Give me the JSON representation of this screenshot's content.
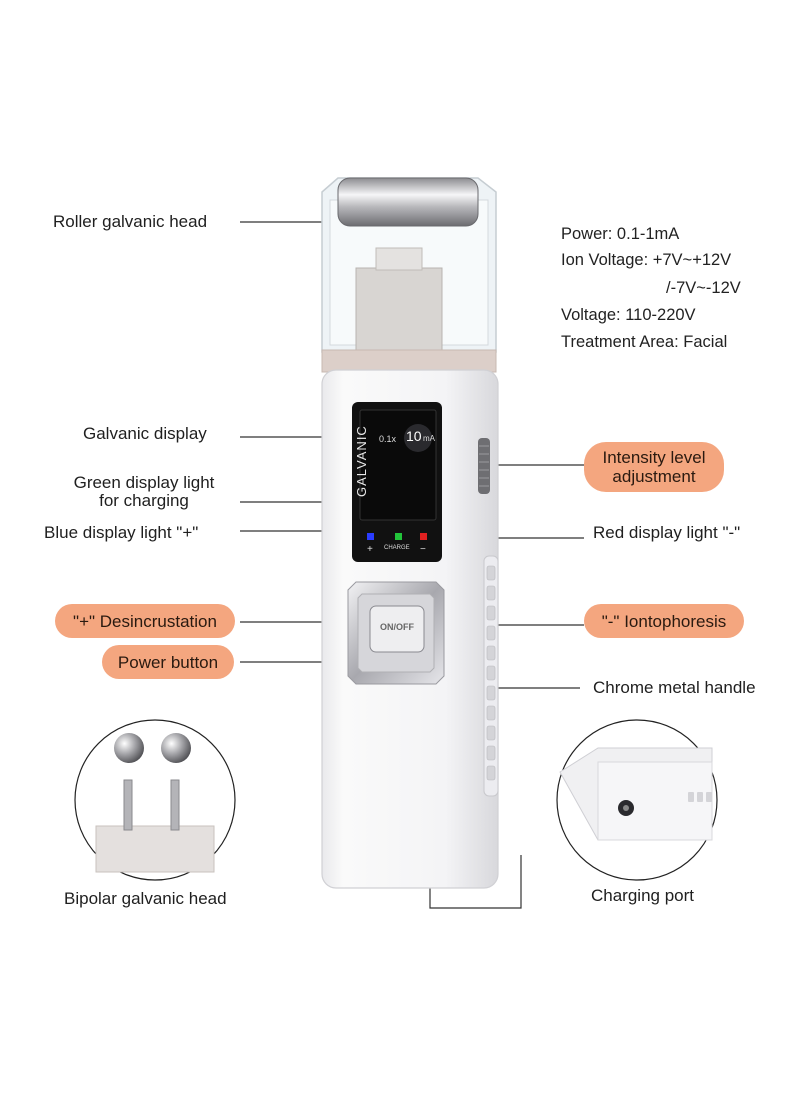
{
  "callouts": {
    "roller_head": "Roller galvanic head",
    "galvanic_display": "Galvanic display",
    "green_light_line1": "Green display light",
    "green_light_line2": "for charging",
    "blue_light": "Blue display light \"+\"",
    "desincrustation": "\"+\" Desincrustation",
    "power_button": "Power button",
    "intensity_line1": "Intensity level",
    "intensity_line2": "adjustment",
    "red_light": "Red display light \"-\"",
    "iontophoresis": "\"-\" Iontophoresis",
    "chrome_handle": "Chrome metal handle",
    "bipolar_head": "Bipolar galvanic head",
    "charging_port": "Charging port"
  },
  "specs": {
    "power": "Power: 0.1-1mA",
    "ion_voltage": "Ion Voltage: +7V~+12V",
    "ion_voltage_neg": "/-7V~-12V",
    "voltage": "Voltage: 110-220V",
    "treatment_area": "Treatment Area: Facial"
  },
  "device": {
    "screen_brand": "GALVANIC",
    "screen_range": "0.1x",
    "screen_value": "10",
    "screen_unit": "mA",
    "plus_sign": "+",
    "charge_label": "CHARGE",
    "minus_sign": "−",
    "button_label": "ON/OFF"
  },
  "colors": {
    "pill_accent": "#f4a67f",
    "blue_led": "#2a3cff",
    "green_led": "#22c43a",
    "red_led": "#e02020"
  }
}
